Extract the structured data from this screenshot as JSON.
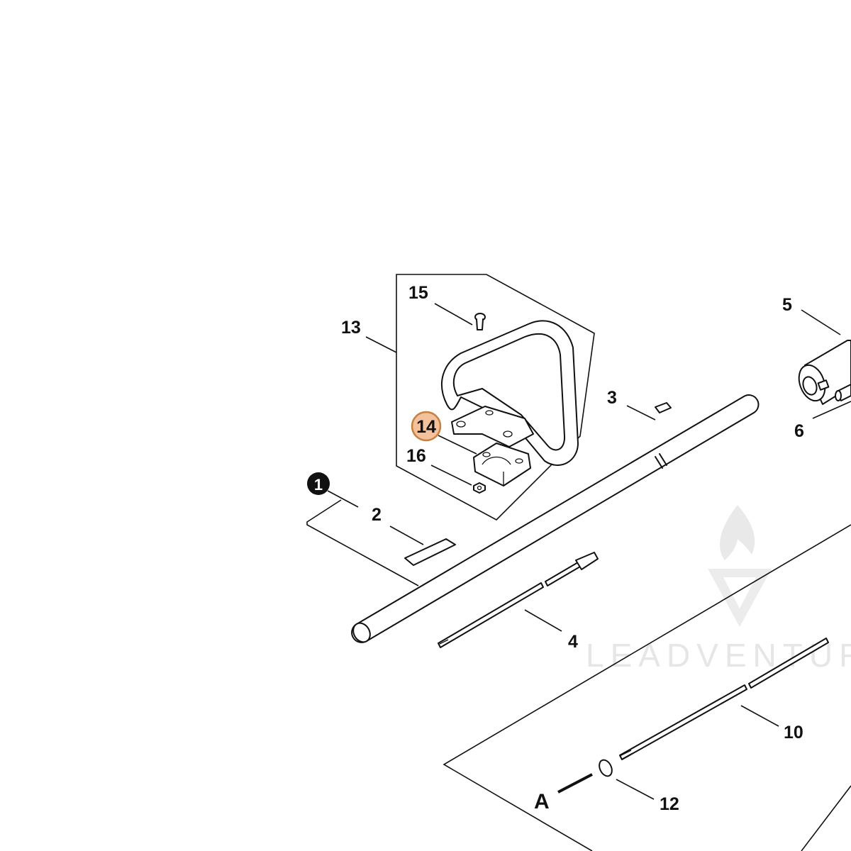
{
  "colors": {
    "line": "#111111",
    "highlight_fill": "#f3c19c",
    "highlight_stroke": "#c8803f",
    "watermark": "#e6e6e6"
  },
  "callouts": {
    "c1": "1",
    "c2": "2",
    "c3": "3",
    "c4": "4",
    "c5": "5",
    "c6": "6",
    "c10": "10",
    "c12": "12",
    "c13": "13",
    "c14": "14",
    "c15": "15",
    "c16": "16",
    "cA": "A"
  },
  "highlighted_part": "14",
  "watermark": {
    "text": "LEADVENTUR",
    "icon": "flame-logo-icon"
  }
}
